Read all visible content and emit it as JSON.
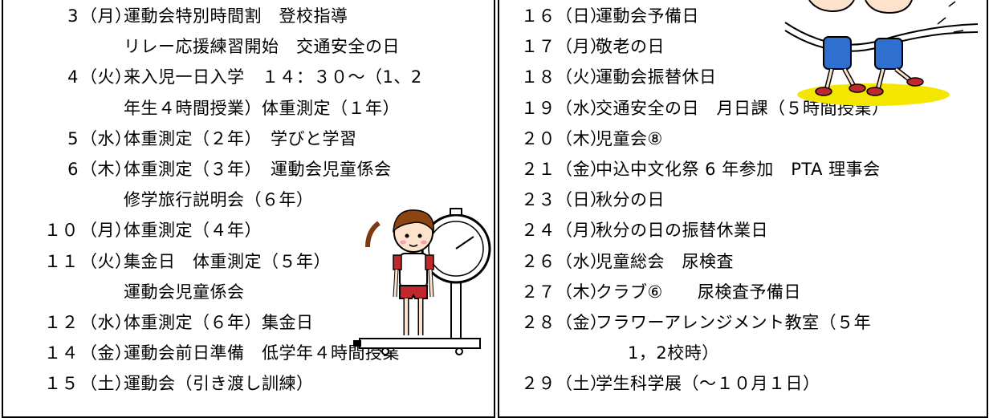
{
  "left_column": [
    {
      "day": "3",
      "weekday": "（月）",
      "text": "運動会特別時間割　登校指導"
    },
    {
      "day": "",
      "weekday": "",
      "text": "リレー応援練習開始　交通安全の日",
      "continuation": true
    },
    {
      "day": "4",
      "weekday": "（火）",
      "text": "来入児一日入学　１４：３０～（1、2"
    },
    {
      "day": "",
      "weekday": "",
      "text": "年生４時間授業）体重測定（１年）",
      "continuation": true
    },
    {
      "day": "5",
      "weekday": "（水）",
      "text": "体重測定（２年）　学びと学習"
    },
    {
      "day": "6",
      "weekday": "（木）",
      "text": "体重測定（３年）　運動会児童係会"
    },
    {
      "day": "",
      "weekday": "",
      "text": "修学旅行説明会（６年）",
      "continuation": true
    },
    {
      "day": "１０",
      "weekday": "（月）",
      "text": "体重測定（４年）"
    },
    {
      "day": "１１",
      "weekday": "（火）",
      "text": "集金日　体重測定（５年）"
    },
    {
      "day": "",
      "weekday": "",
      "text": "運動会児童係会",
      "continuation": true
    },
    {
      "day": "１２",
      "weekday": "（水）",
      "text": "体重測定（６年）集金日"
    },
    {
      "day": "１４",
      "weekday": "（金）",
      "text": "運動会前日準備　低学年４時間授業"
    },
    {
      "day": "１５",
      "weekday": "（土）",
      "text": "運動会（引き渡し訓練）"
    }
  ],
  "right_column": [
    {
      "day": "１６",
      "weekday": "（日）",
      "text": "運動会予備日"
    },
    {
      "day": "１７",
      "weekday": "（月）",
      "text": "敬老の日"
    },
    {
      "day": "１８",
      "weekday": "（火）",
      "text": "運動会振替休日"
    },
    {
      "day": "１９",
      "weekday": "（水）",
      "text": "交通安全の日　月日課（５時間授業）"
    },
    {
      "day": "２０",
      "weekday": "（木）",
      "text": "児童会⑧"
    },
    {
      "day": "２１",
      "weekday": "（金）",
      "text": "中込中文化祭 6 年参加　PTA 理事会"
    },
    {
      "day": "２３",
      "weekday": "（日）",
      "text": "秋分の日"
    },
    {
      "day": "２４",
      "weekday": "（月）",
      "text": "秋分の日の振替休業日"
    },
    {
      "day": "２６",
      "weekday": "（水）",
      "text": "児童総会　尿検査"
    },
    {
      "day": "２７",
      "weekday": "（木）",
      "text": "クラブ⑥　　尿検査予備日"
    },
    {
      "day": "２８",
      "weekday": "（金）",
      "text": "フラワーアレンジメント教室（５年"
    },
    {
      "day": "",
      "weekday": "",
      "text": "1，2校時）",
      "continuation": true,
      "indent": "deep"
    },
    {
      "day": "２９",
      "weekday": "（土）",
      "text": "学生科学展（～１０月１日）"
    }
  ],
  "illustrations": {
    "girl_scale": "girl-on-weighing-scale",
    "runners": "children-running-through-finish-tape"
  },
  "colors": {
    "border": "#000000",
    "accent_yellow": "#f5e600",
    "shorts_red": "#c0282d",
    "shorts_blue": "#2f6fd0"
  }
}
